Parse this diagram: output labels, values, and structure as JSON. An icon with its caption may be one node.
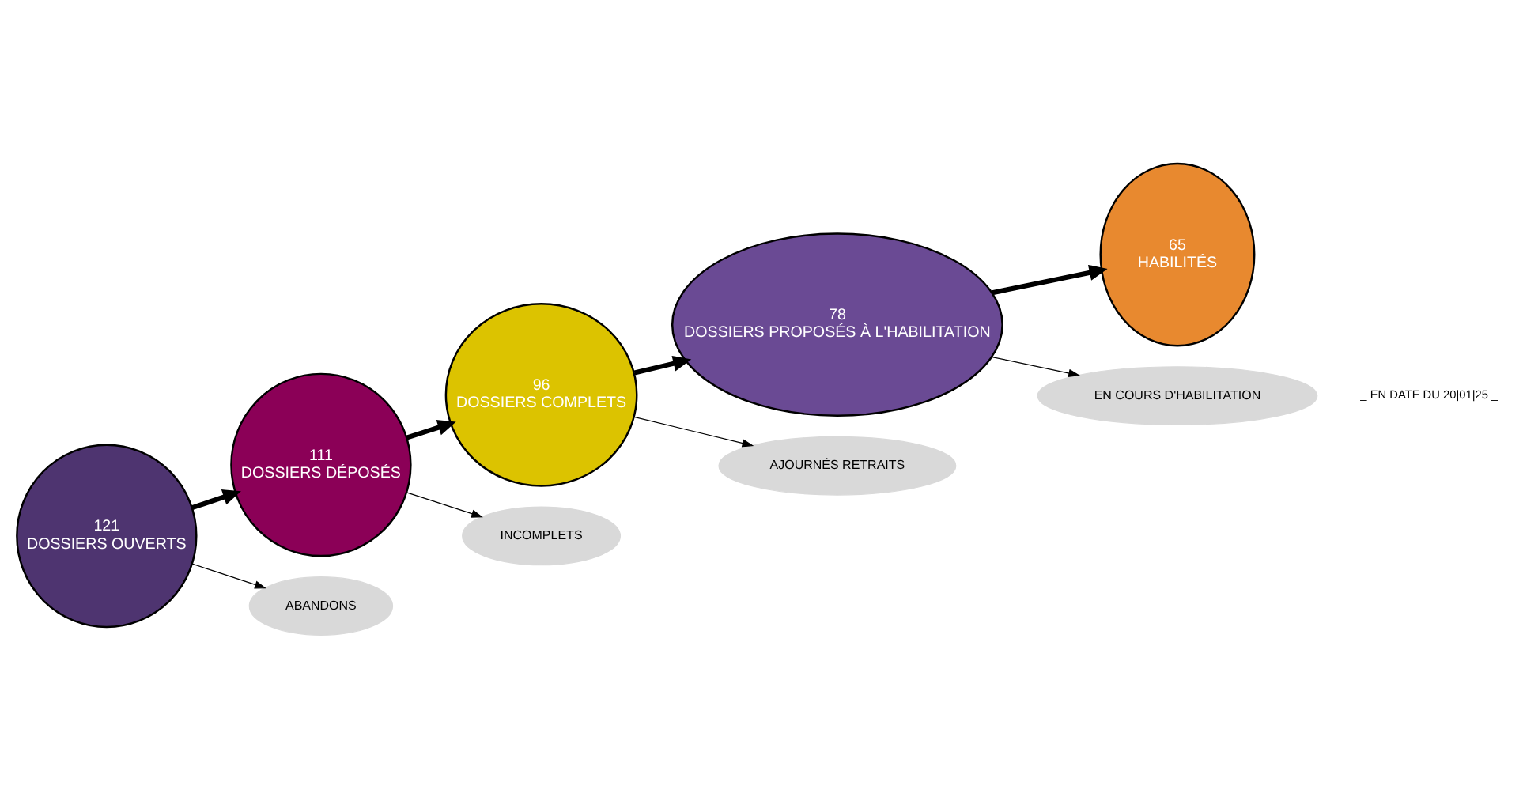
{
  "diagram": {
    "nodes": [
      {
        "text": [
          "121",
          "DOSSIERS OUVERTS"
        ]
      },
      {
        "text": [
          "111",
          "DOSSIERS DÉPOSÉS"
        ]
      },
      {
        "text": [
          "96",
          "DOSSIERS COMPLETS"
        ]
      },
      {
        "text": [
          "78",
          "DOSSIERS PROPOSÉS À L'HABILITATION"
        ]
      },
      {
        "text": [
          "65",
          "HABILITÉS"
        ]
      },
      {
        "text": [
          "ABANDONS"
        ]
      },
      {
        "text": [
          "INCOMPLETS"
        ]
      },
      {
        "text": [
          "AJOURNÉS RETRAITS"
        ]
      },
      {
        "text": [
          "EN COURS D'HABILITATION"
        ]
      }
    ],
    "edges": [
      {
        "from": 0,
        "to": 1,
        "arrow": "to",
        "style": "thick"
      },
      {
        "from": 1,
        "to": 2,
        "arrow": "to",
        "style": "thick"
      },
      {
        "from": 2,
        "to": 3,
        "arrow": "to",
        "style": "thick"
      },
      {
        "from": 3,
        "to": 4,
        "arrow": "to",
        "style": "thick"
      },
      {
        "from": 0,
        "to": 5,
        "arrow": "to"
      },
      {
        "from": 1,
        "to": 6,
        "arrow": "to"
      },
      {
        "from": 2,
        "to": 7,
        "arrow": "to"
      },
      {
        "from": 3,
        "to": 8,
        "arrow": "to"
      }
    ],
    "labels": [
      "_ EN DATE DU 20|01|25 _"
    ]
  }
}
